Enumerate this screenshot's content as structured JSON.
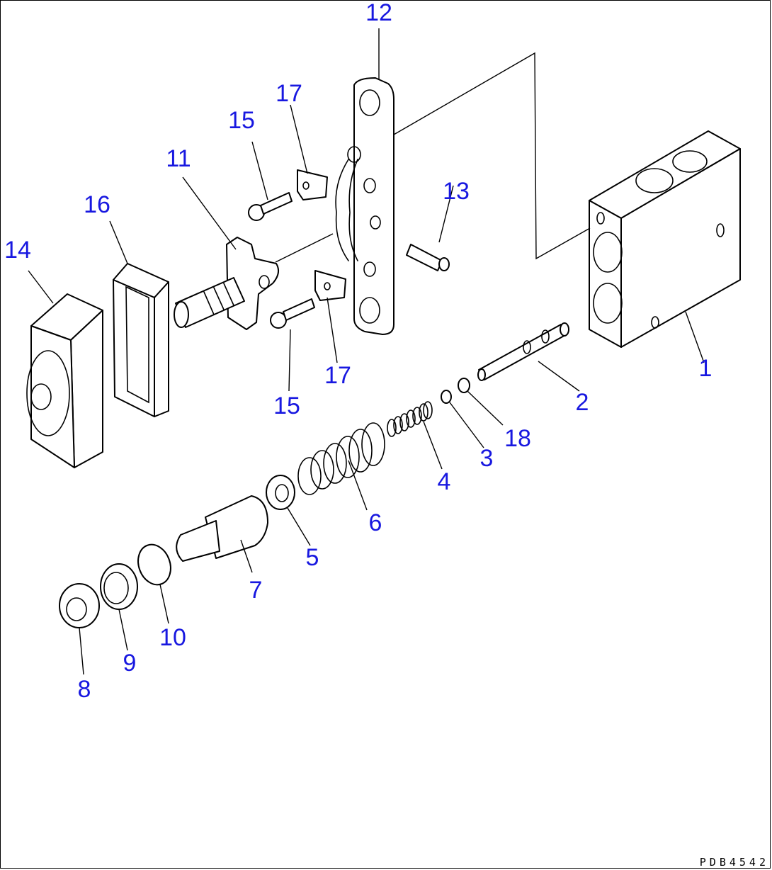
{
  "diagram": {
    "code": "PDB4542",
    "callouts": [
      "1",
      "2",
      "3",
      "4",
      "5",
      "6",
      "7",
      "8",
      "9",
      "10",
      "11",
      "12",
      "13",
      "14",
      "15",
      "15",
      "16",
      "17",
      "17",
      "18"
    ],
    "colors": {
      "callout": "#1818e0",
      "line": "#000000",
      "background": "#ffffff"
    }
  }
}
